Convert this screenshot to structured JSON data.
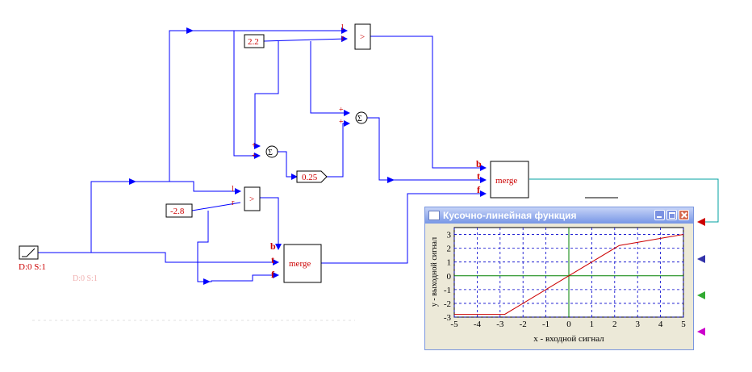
{
  "source_block": {
    "label": "D:0 S:1",
    "faint_label": "D:0 S:1"
  },
  "constants": {
    "c1": "2.2",
    "c2": "-2.8",
    "c3": "0.25"
  },
  "comparator_symbol": ">",
  "sum_symbol": "Σ",
  "port_labels": {
    "l": "l",
    "r": "r",
    "plus": "+",
    "b": "b",
    "t": "t",
    "f": "f"
  },
  "merge_label": "merge",
  "plot_window": {
    "title": "Кусочно-линейная функция",
    "colors": {
      "line": "#cc0000",
      "grid": "#0000cc",
      "axis": "#008000",
      "titlebar": "#7796e6"
    }
  },
  "chart_data": {
    "type": "line",
    "title": "Кусочно-линейная функция",
    "xlabel": "x - входной сигнал",
    "ylabel": "y - выходной сигнал",
    "xlim": [
      -5,
      5
    ],
    "ylim": [
      -3,
      3.5
    ],
    "xticks": [
      "-5",
      "-4",
      "-3",
      "-2",
      "-1",
      "0",
      "1",
      "2",
      "3",
      "4",
      "5"
    ],
    "yticks": [
      "-3",
      "-2",
      "-1",
      "0",
      "1",
      "2",
      "3"
    ],
    "grid": true,
    "series": [
      {
        "x": [
          -5,
          -2.8,
          2.2,
          5
        ],
        "y": [
          -2.8,
          -2.8,
          2.2,
          3.0
        ]
      }
    ]
  }
}
